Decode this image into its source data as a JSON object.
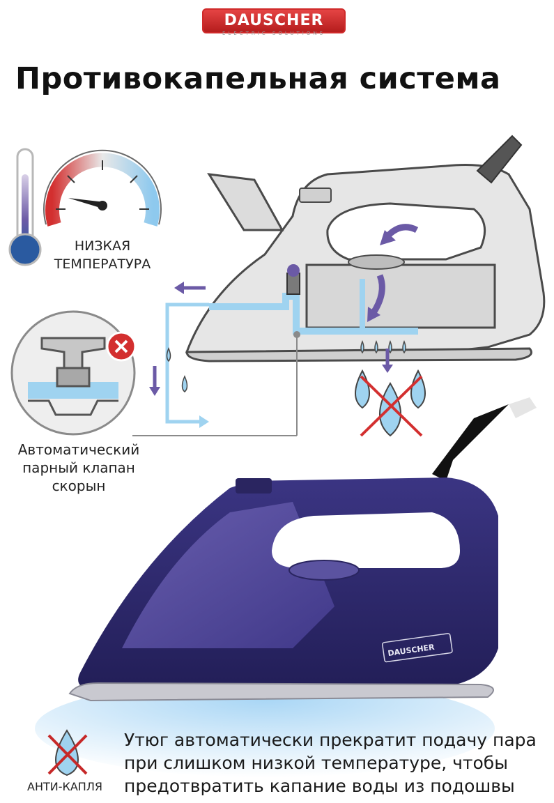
{
  "brand": {
    "name": "DAUSCHER",
    "tagline": "ELECTRIC SOLUTIONS"
  },
  "title": "Противокапельная система",
  "labels": {
    "low_temperature_line1": "НИЗКАЯ",
    "low_temperature_line2": "ТЕМПЕРАТУРА",
    "valve_line1": "Автоматический",
    "valve_line2": "парный клапан",
    "valve_line3": "скорын",
    "anti_drip": "АНТИ-КАПЛЯ"
  },
  "description": [
    "Утюг автоматически прекратит подачу пара",
    "при слишком низкой температуре, чтобы",
    "предотвратить капание воды из подошвы"
  ],
  "colors": {
    "accent_red": "#d32f2f",
    "water_blue": "#9fd3f0",
    "iron_purple": "#2f2a6b",
    "arrow_violet": "#6b5aa6"
  }
}
